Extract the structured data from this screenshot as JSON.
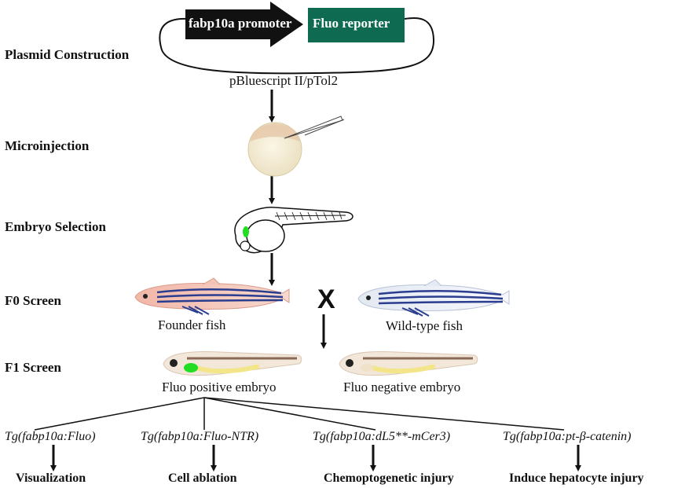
{
  "plasmid": {
    "promoter_label": "fabp10a promoter",
    "reporter_label": "Fluo reporter",
    "backbone_label": "pBluescript II/pTol2",
    "reporter_color": "#0e6b52"
  },
  "steps": [
    "Plasmid Construction",
    "Microinjection",
    "Embryo Selection",
    "F0 Screen",
    "F1 Screen"
  ],
  "f0": {
    "founder_label": "Founder fish",
    "wildtype_label": "Wild-type fish",
    "cross_symbol": "X"
  },
  "f1": {
    "positive_label": "Fluo positive embryo",
    "negative_label": "Fluo negative embryo"
  },
  "lines": [
    {
      "genotype": "Tg(fabp10a:Fluo)",
      "application": "Visualization"
    },
    {
      "genotype": "Tg(fabp10a:Fluo-NTR)",
      "application": "Cell ablation"
    },
    {
      "genotype": "Tg(fabp10a:dL5**-mCer3)",
      "application": "Chemoptogenetic injury"
    },
    {
      "genotype": "Tg(fabp10a:pt-β-catenin)",
      "application": "Induce hepatocyte injury"
    }
  ],
  "colors": {
    "fluorescence": "#22dd22",
    "stripe": "#2a3d8f"
  }
}
